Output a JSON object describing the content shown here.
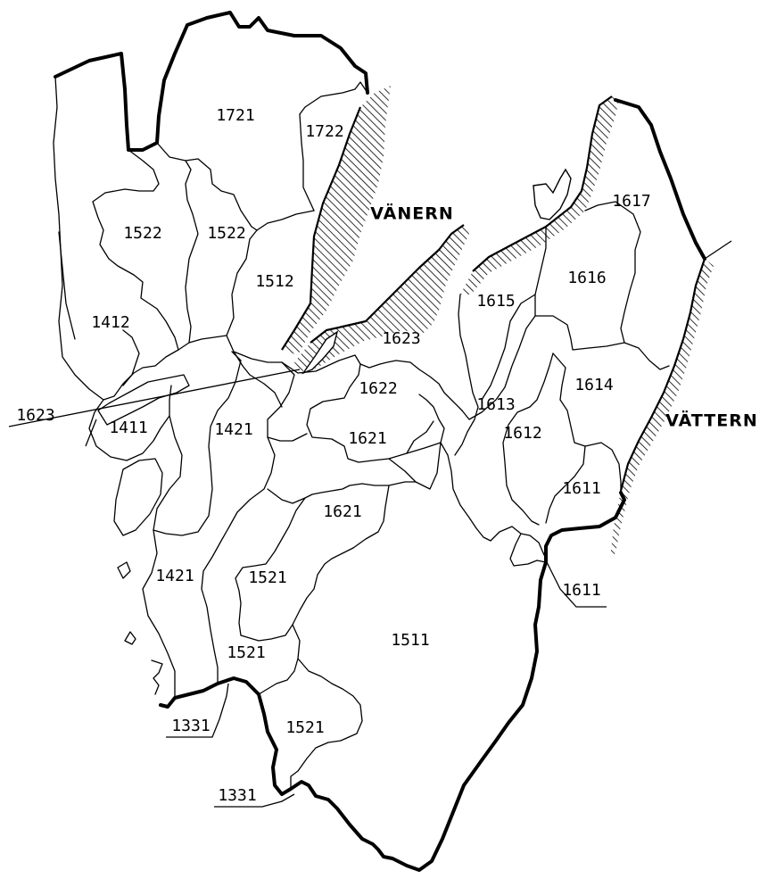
{
  "map": {
    "lakes": {
      "vanern": "VÄNERN",
      "vattern": "VÄTTERN"
    },
    "regions": [
      {
        "code": "1721"
      },
      {
        "code": "1722"
      },
      {
        "code": "1522"
      },
      {
        "code": "1522"
      },
      {
        "code": "1512"
      },
      {
        "code": "1412"
      },
      {
        "code": "1617"
      },
      {
        "code": "1616"
      },
      {
        "code": "1615"
      },
      {
        "code": "1623"
      },
      {
        "code": "1622"
      },
      {
        "code": "1614"
      },
      {
        "code": "1613"
      },
      {
        "code": "1612"
      },
      {
        "code": "1611"
      },
      {
        "code": "1623"
      },
      {
        "code": "1411"
      },
      {
        "code": "1421"
      },
      {
        "code": "1621"
      },
      {
        "code": "1621"
      },
      {
        "code": "1421"
      },
      {
        "code": "1521"
      },
      {
        "code": "1511"
      },
      {
        "code": "1611"
      },
      {
        "code": "1521"
      },
      {
        "code": "1331"
      },
      {
        "code": "1521"
      },
      {
        "code": "1331"
      }
    ],
    "colors": {
      "ink": "#000000",
      "paper": "#ffffff"
    }
  }
}
